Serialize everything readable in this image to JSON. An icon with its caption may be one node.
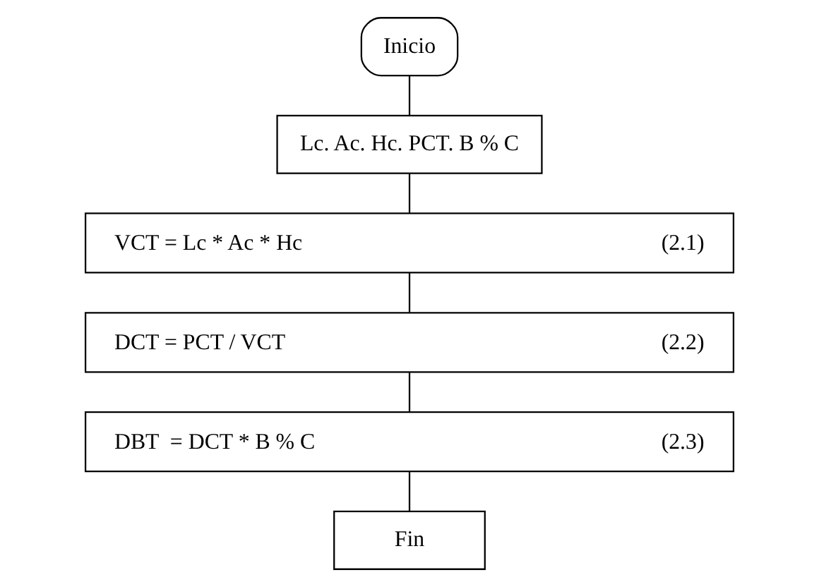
{
  "diagram": {
    "nodes": [
      {
        "text": [
          "Inicio"
        ]
      },
      {
        "text": [
          "Lc. Ac. Hc. PCT. B % C"
        ]
      },
      {
        "text": [
          "VCT = Lc * Ac * Hc",
          "(2.1)"
        ]
      },
      {
        "text": [
          "DCT = PCT / VCT",
          "(2.2)"
        ]
      },
      {
        "text": [
          "DBT  = DCT * B % C",
          "(2.3)"
        ]
      },
      {
        "text": [
          "Fin"
        ]
      }
    ],
    "edges": [
      {
        "from": 0,
        "to": 1,
        "arrow": "none"
      },
      {
        "from": 1,
        "to": 2,
        "arrow": "none"
      },
      {
        "from": 2,
        "to": 3,
        "arrow": "none"
      },
      {
        "from": 3,
        "to": 4,
        "arrow": "none"
      },
      {
        "from": 4,
        "to": 5,
        "arrow": "none"
      }
    ]
  }
}
